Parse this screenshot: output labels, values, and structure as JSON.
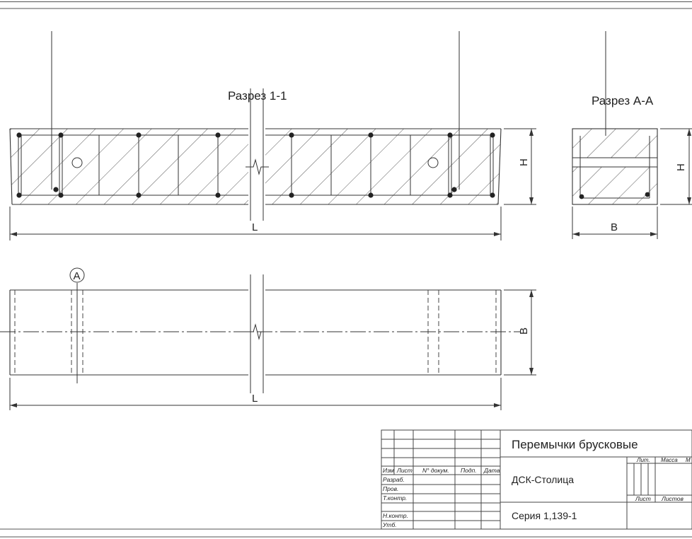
{
  "sections": {
    "section_1_1": "Разрез 1-1",
    "section_a_a": "Разрез A-A"
  },
  "dimensions": {
    "length": "L",
    "height": "H",
    "width": "B"
  },
  "markers": {
    "section_marker_a": "A"
  },
  "title_block": {
    "title": "Перемычки брусковые",
    "organization": "ДСК-Столица",
    "series": "Серия 1,139-1",
    "header": {
      "izm": "Изм",
      "list": "Лист",
      "doc_no": "N° докум.",
      "sign": "Подп.",
      "date": "Дата"
    },
    "roles": {
      "developed": "Разраб.",
      "checked": "Пров.",
      "tech_control": "Т.контр.",
      "norm_control": "Н.контр.",
      "approved": "Утб."
    },
    "stage": {
      "lit": "Лит.",
      "mass": "Масса",
      "scale": "М",
      "sheet": "Лист",
      "sheets": "Листов"
    }
  }
}
